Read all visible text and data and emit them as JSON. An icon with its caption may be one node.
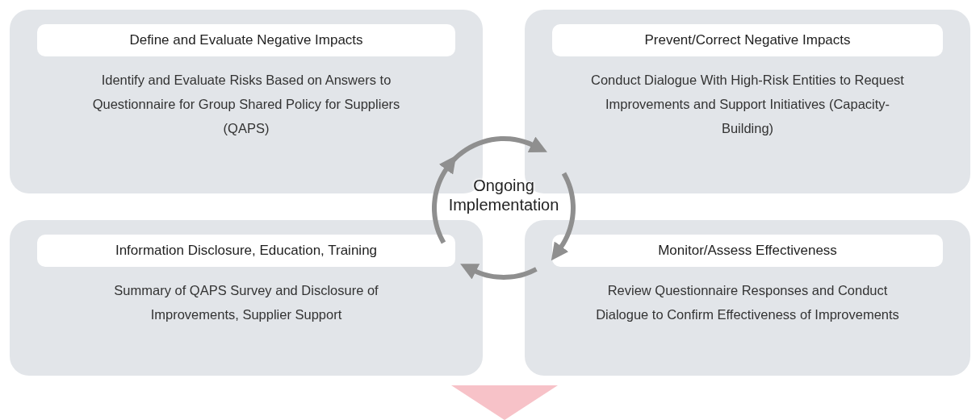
{
  "diagram": {
    "nodes": [
      {
        "text": [
          "Define and Evaluate Negative Impacts",
          "Identify and Evaluate Risks Based on Answers to Questionnaire for Group Shared Policy for Suppliers (QAPS)"
        ]
      },
      {
        "text": [
          "Prevent/Correct Negative Impacts",
          "Conduct Dialogue With High-Risk Entities to Request Improvements and Support Initiatives (Capacity-Building)"
        ]
      },
      {
        "text": [
          "Information Disclosure, Education, Training",
          "Summary of QAPS Survey and Disclosure of Improvements, Supplier Support"
        ]
      },
      {
        "text": [
          "Monitor/Assess Effectiveness",
          "Review Questionnaire Responses and Conduct Dialogue to Confirm Effectiveness of Improvements"
        ]
      }
    ],
    "edges": [
      {
        "from": 0,
        "to": 1,
        "arrow": "to"
      },
      {
        "from": 1,
        "to": 3,
        "arrow": "to"
      },
      {
        "from": 3,
        "to": 2,
        "arrow": "to"
      },
      {
        "from": 2,
        "to": 0,
        "arrow": "to"
      }
    ],
    "labels": [
      "Ongoing Implementation"
    ]
  }
}
